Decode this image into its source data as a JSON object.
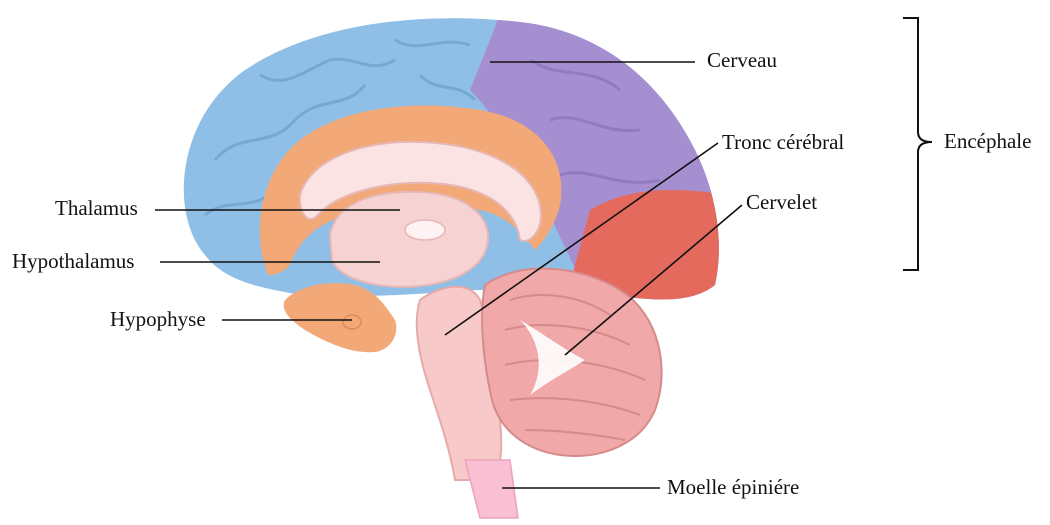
{
  "labels": {
    "cerveau": "Cerveau",
    "tronc": "Tronc cérébral",
    "cervelet": "Cervelet",
    "encephale": "Encéphale",
    "thalamus": "Thalamus",
    "hypothalamus": "Hypothalamus",
    "hypophyse": "Hypophyse",
    "moelle": "Moelle épiniére"
  },
  "colors": {
    "frontal_region": "#8fbfe6",
    "parietal_region": "#a58fd0",
    "limbic_region": "#f3a977",
    "cerebellum_region": "#e46a5e",
    "inner_structures": "#f6d2d2",
    "spinal_cord": "#f9bfd3",
    "leader_lines": "#111111"
  },
  "icons": [
    "brace-icon"
  ]
}
